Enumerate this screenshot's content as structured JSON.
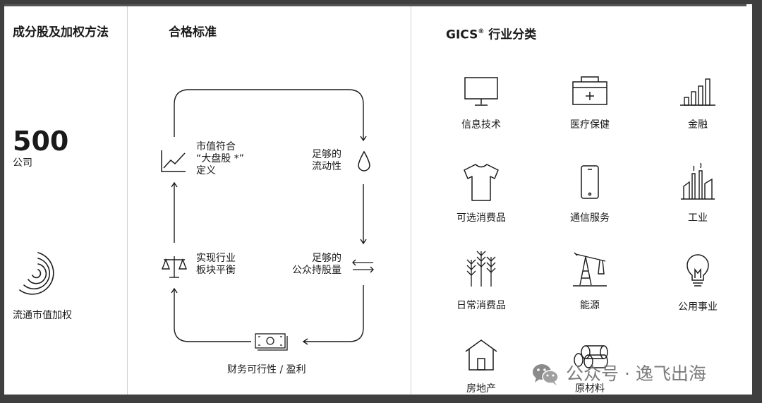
{
  "columns": {
    "method_heading": "成分股及加权方法",
    "criteria_heading": "合格标准",
    "gics_heading": "GICS",
    "gics_heading_sup": "®",
    "gics_heading_suffix": " 行业分类"
  },
  "method": {
    "count_value": "500",
    "count_label": "公司",
    "weighting_label": "流通市值加权"
  },
  "criteria": {
    "steps": [
      "市值符合",
      "“大盘股 *”",
      "定义",
      "足够的",
      "流动性",
      "实现行业",
      "板块平衡",
      "足够的",
      "公众持股量",
      "财务可行性 / 盈利"
    ]
  },
  "gics": {
    "sectors": [
      {
        "label": "信息技术",
        "icon": "monitor-icon"
      },
      {
        "label": "医疗保健",
        "icon": "medical-kit-icon"
      },
      {
        "label": "金融",
        "icon": "bar-chart-icon"
      },
      {
        "label": "可选消费品",
        "icon": "tshirt-icon"
      },
      {
        "label": "通信服务",
        "icon": "smartphone-icon"
      },
      {
        "label": "工业",
        "icon": "factory-icon"
      },
      {
        "label": "日常消费品",
        "icon": "wheat-icon"
      },
      {
        "label": "能源",
        "icon": "oil-pump-icon"
      },
      {
        "label": "公用事业",
        "icon": "lightbulb-icon"
      },
      {
        "label": "房地产",
        "icon": "house-icon"
      },
      {
        "label": "原材料",
        "icon": "logs-icon"
      }
    ]
  },
  "watermark": {
    "text": "公众号 · 逸飞出海",
    "icon": "wechat-icon"
  }
}
